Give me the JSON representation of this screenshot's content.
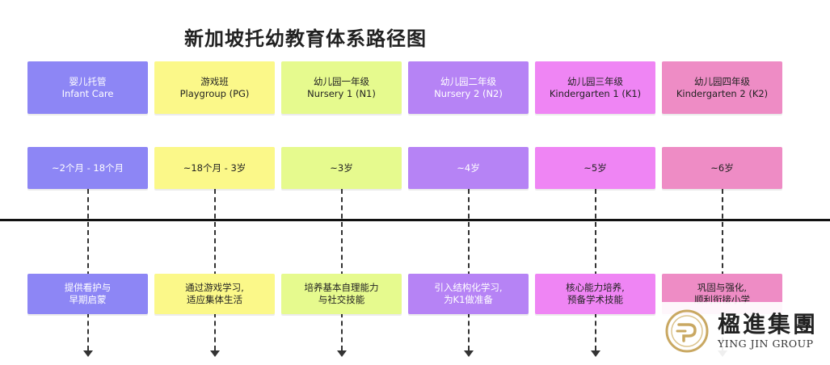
{
  "title": "新加坡托幼教育体系路径图",
  "columns": [
    {
      "name_cn": "婴儿托管",
      "name_en": "Infant Care",
      "age": "~2个月 - 18个月",
      "desc_1": "提供看护与",
      "desc_2": "早期启蒙",
      "color": "#8d86f5",
      "text_dark": false
    },
    {
      "name_cn": "游戏班",
      "name_en": "Playgroup (PG)",
      "age": "~18个月 - 3岁",
      "desc_1": "通过游戏学习,",
      "desc_2": "适应集体生活",
      "color": "#fbf889",
      "text_dark": true
    },
    {
      "name_cn": "幼儿园一年级",
      "name_en": "Nursery 1 (N1)",
      "age": "~3岁",
      "desc_1": "培养基本自理能力",
      "desc_2": "与社交技能",
      "color": "#e6fa8e",
      "text_dark": true
    },
    {
      "name_cn": "幼儿园二年级",
      "name_en": "Nursery 2 (N2)",
      "age": "~4岁",
      "desc_1": "引入结构化学习,",
      "desc_2": "为K1做准备",
      "color": "#b683f5",
      "text_dark": false
    },
    {
      "name_cn": "幼儿园三年级",
      "name_en": "Kindergarten 1 (K1)",
      "age": "~5岁",
      "desc_1": "核心能力培养,",
      "desc_2": "预备学术技能",
      "color": "#ef85f4",
      "text_dark": true
    },
    {
      "name_cn": "幼儿园四年级",
      "name_en": "Kindergarten 2 (K2)",
      "age": "~6岁",
      "desc_1": "巩固与强化,",
      "desc_2": "顺利衔接小学",
      "color": "#ee8cc5",
      "text_dark": true
    }
  ],
  "logo": {
    "cn": "楹進集團",
    "en": "YING JIN GROUP",
    "gold": "#c9a862"
  }
}
